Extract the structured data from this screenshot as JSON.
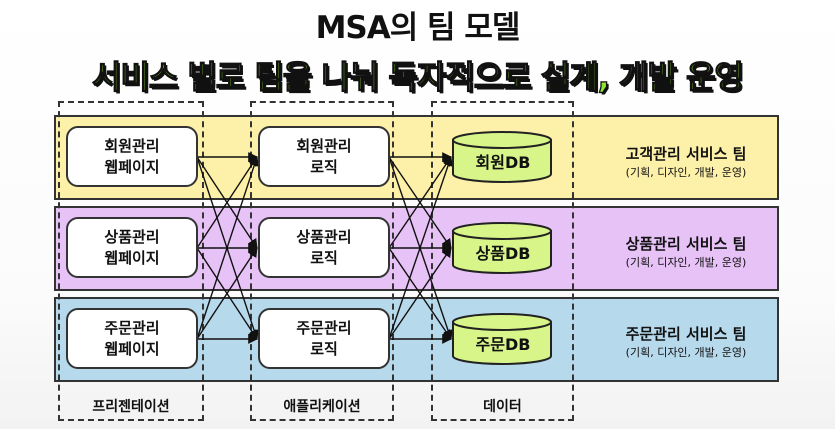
{
  "title": "MSA의 팀 모델",
  "subtitle": "서비스 별로 팀을 나눠 독자적으로 설계, 개발 운영",
  "columns": {
    "presentation": "프리젠테이션",
    "application": "애플리케이션",
    "data": "데이터"
  },
  "rows": [
    {
      "band_color": "#fdf0a8",
      "web_line1": "회원관리",
      "web_line2": "웹페이지",
      "logic_line1": "회원관리",
      "logic_line2": "로직",
      "db": "회원DB",
      "team": "고객관리 서비스 팀",
      "team_desc": "(기획, 디자인, 개발, 운영)"
    },
    {
      "band_color": "#e7c2f6",
      "web_line1": "상품관리",
      "web_line2": "웹페이지",
      "logic_line1": "상품관리",
      "logic_line2": "로직",
      "db": "상품DB",
      "team": "상품관리 서비스 팀",
      "team_desc": "(기획, 디자인, 개발, 운영)"
    },
    {
      "band_color": "#b7d9ec",
      "web_line1": "주문관리",
      "web_line2": "웹페이지",
      "logic_line1": "주문관리",
      "logic_line2": "로직",
      "db": "주문DB",
      "team": "주문관리 서비스 팀",
      "team_desc": "(기획, 디자인, 개발, 운영)"
    }
  ],
  "db_color": "#d8f58a",
  "line_color": "#111111"
}
